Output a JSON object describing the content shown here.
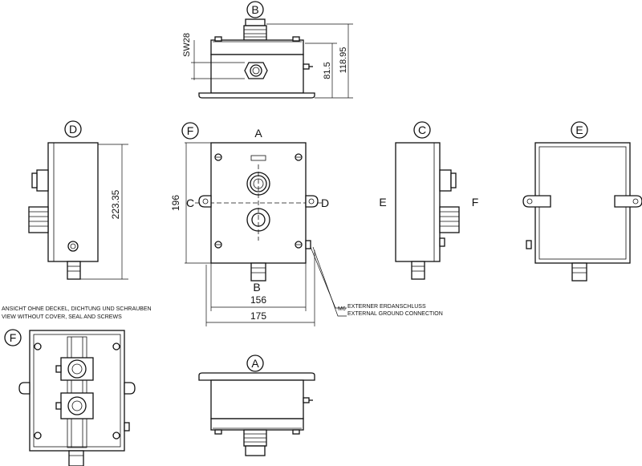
{
  "views": {
    "top_label": "B",
    "d_label": "D",
    "f_label": "F",
    "c_label": "C",
    "e_label": "E",
    "bottom_a_label": "A",
    "interior_f_label": "F"
  },
  "front": {
    "a_label": "A",
    "side_c": "C",
    "side_d": "D",
    "bottom_b": "B",
    "side_e": "E",
    "side_f": "F"
  },
  "dimensions": {
    "sw": "SW28",
    "d81": "81.5",
    "d118": "118.95",
    "d223": "223.35",
    "d196": "196",
    "d156": "156",
    "d175": "175",
    "m6": "M6"
  },
  "notes": {
    "ground_de": "EXTERNER ERDANSCHLUSS",
    "ground_en": "EXTERNAL GROUND CONNECTION",
    "view_de": "ANSICHT OHNE DECKEL, DICHTUNG UND SCHRAUBEN",
    "view_en": "VIEW WITHOUT COVER, SEAL AND SCREWS"
  }
}
